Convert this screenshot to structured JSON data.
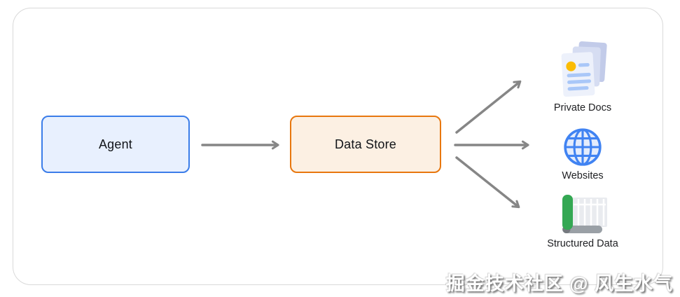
{
  "diagram": {
    "nodes": {
      "agent": {
        "label": "Agent",
        "border_color": "#3b7de9",
        "fill_color": "#e8f0fe"
      },
      "data_store": {
        "label": "Data Store",
        "border_color": "#e8770e",
        "fill_color": "#fcf0e3"
      }
    },
    "targets": [
      {
        "label": "Private Docs",
        "icon": "private-docs-icon"
      },
      {
        "label": "Websites",
        "icon": "websites-globe-icon"
      },
      {
        "label": "Structured Data",
        "icon": "structured-data-icon"
      }
    ],
    "connections": [
      {
        "from": "Agent",
        "to": "Data Store"
      },
      {
        "from": "Data Store",
        "to": "Private Docs"
      },
      {
        "from": "Data Store",
        "to": "Websites"
      },
      {
        "from": "Data Store",
        "to": "Structured Data"
      }
    ],
    "arrow_color": "#868686",
    "icon_colors": {
      "docs_page_back": "#c2cbe9",
      "docs_page_mid": "#d6ddf2",
      "docs_page_front": "#edf1fb",
      "docs_bullet": "#fbbc04",
      "docs_lines": "#a9c7f8",
      "globe_stroke": "#4083f2",
      "globe_fill": "#e4ecfc",
      "sheet_fill": "#e9ebef",
      "roll_green": "#34a853",
      "roll_grey": "#9aa0a6"
    }
  },
  "watermark": {
    "text": "掘金技术社区 @ 风生水气"
  }
}
